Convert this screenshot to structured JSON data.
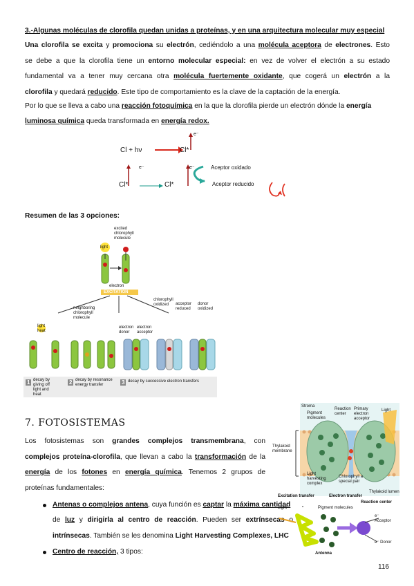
{
  "section3": {
    "heading": "3.-Algunas moléculas de clorofila quedan unidas a proteínas, y en una arquitectura molecular muy especial",
    "p1": {
      "a": "Una clorofila se excita",
      "b": " y ",
      "c": "promociona",
      "d": " su ",
      "e": "electrón",
      "f": ", cediéndolo a una ",
      "g": "molécula aceptora",
      "h": " de ",
      "i": "electrones",
      "j": ". Esto"
    },
    "p2": {
      "a": "se debe a que la clorofila tiene un ",
      "b": "entorno molecular especial:",
      "c": " en vez de volver el electrón a su estado"
    },
    "p3": {
      "a": "fundamental va a tener muy cercana otra ",
      "b": "molécula fuertemente oxidante",
      "c": ", que cogerá un ",
      "d": "electrón",
      "e": " a la"
    },
    "p4": {
      "a": "clorofila",
      "b": " y quedará ",
      "c": "reducido",
      "d": ". Este tipo de comportamiento es la clave de la captación de la energía."
    },
    "p5": {
      "a": "Por lo que se lleva a cabo una ",
      "b": "reacción fotoquímica",
      "c": " en la que la clorofila pierde un electrón dónde la ",
      "d": "energía"
    },
    "p6": {
      "a": "luminosa química",
      "b": " queda transformada en ",
      "c": "energía redox."
    }
  },
  "scheme": {
    "eq1_left": "Cl + hν",
    "eq1_right": "Cl*",
    "e_minus": "e⁻",
    "bottom_left": "Cl*",
    "bottom_right": "Cl*",
    "oxidized": "Aceptor oxidado",
    "reduced": "Aceptor reducido"
  },
  "summary_label": {
    "a": "Resumen de las ",
    "b": "3",
    "c": " opciones:"
  },
  "fig1": {
    "excited": "excited\nchlorophyll\nmolecule",
    "light": "light",
    "electron": "electron",
    "excitation": "EXCITATION",
    "light_heat": "light\nheat",
    "neighboring": "neighboring\nchlorophyll\nmolecule",
    "chl_oxidized": "chlorophyll\noxidized",
    "acc_reduced": "acceptor\nreduced",
    "donor_oxidized": "donor\noxidized",
    "electron_donor": "electron\ndonor",
    "electron_acceptor": "electron\nacceptor",
    "c1_num": "1",
    "c1_text": "decay by\ngiving off\nlight and\nheat",
    "c2_num": "2",
    "c2_text": "decay by resonance\nenergy transfer",
    "c3_num": "3",
    "c3_text": "decay by successive electron transfers"
  },
  "section7": {
    "title": "7. FOTOSISTEMAS",
    "l1": {
      "a": "Los fotosistemas son ",
      "b": "grandes complejos transmembrana",
      "c": ", con"
    },
    "l2": {
      "a": "complejos proteína-clorofila",
      "b": ", que llevan a cabo la ",
      "c": "transformación",
      "d": " de la"
    },
    "l3": {
      "a": "energía",
      "b": " de los ",
      "c": "fotones",
      "d": " en ",
      "e": "energía química",
      "f": ". Tenemos 2 grupos de"
    },
    "l4": "proteínas fundamentales:",
    "b1": {
      "a": "Antenas o complejos antena",
      "b": ", cuya función es ",
      "c": "captar",
      "d": " la ",
      "e": "máxima cantidad"
    },
    "b1l2": {
      "a": "de ",
      "b": "luz",
      "c": " y ",
      "d": "dirigirla al centro de reacción",
      "e": ". Pueden ser ",
      "f": "extrínsecas",
      "g": " o"
    },
    "b1l3": {
      "a": "intrínsecas",
      "b": ". También se les denomina ",
      "c": "Light Harvesting Complexes, LHC"
    },
    "b2": {
      "a": "Centro de reacción,",
      "b": " 3 tipos:"
    }
  },
  "fig2": {
    "stroma": "Stroma",
    "pigment": "Pigment\nmolecules",
    "reaction_center": "Reaction\ncenter",
    "primary": "Primary\nelectron\nacceptor",
    "light": "Light",
    "thylakoid_membrane": "Thylakoid\nmembrane",
    "lhc": "Light\nharvesting\ncomplex",
    "chl_special": "Chlorophyll a\nspecial pair",
    "lumen": "Thylakoid lumen"
  },
  "fig3": {
    "excitation_transfer": "Excitation transfer",
    "electron_transfer": "Electron transfer",
    "pigment": "Pigment molecules",
    "acceptor": "e⁻ Acceptor",
    "donor": "e⁻ Donor",
    "antenna": "Antenna",
    "rc": "Reaction center",
    "light": "Light"
  },
  "page_number": "116"
}
